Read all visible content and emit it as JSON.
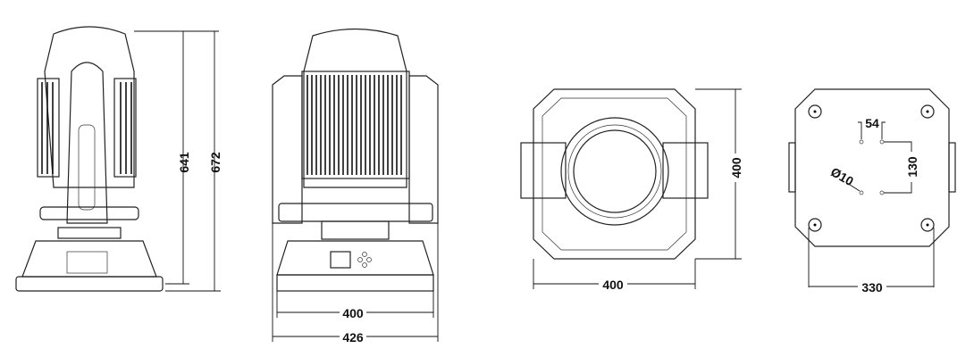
{
  "views": {
    "side": {
      "dim_height_body": "641",
      "dim_height_total": "672"
    },
    "front": {
      "dim_base_width": "400",
      "dim_total_width": "426"
    },
    "top": {
      "dim_width": "400",
      "dim_depth": "400"
    },
    "bottom": {
      "dim_hole_spacing_x": "54",
      "dim_hole_spacing_y": "130",
      "dim_hole_diameter": "Ø10",
      "dim_foot_spacing": "330"
    }
  },
  "colors": {
    "line": "#222222",
    "background": "#ffffff"
  }
}
